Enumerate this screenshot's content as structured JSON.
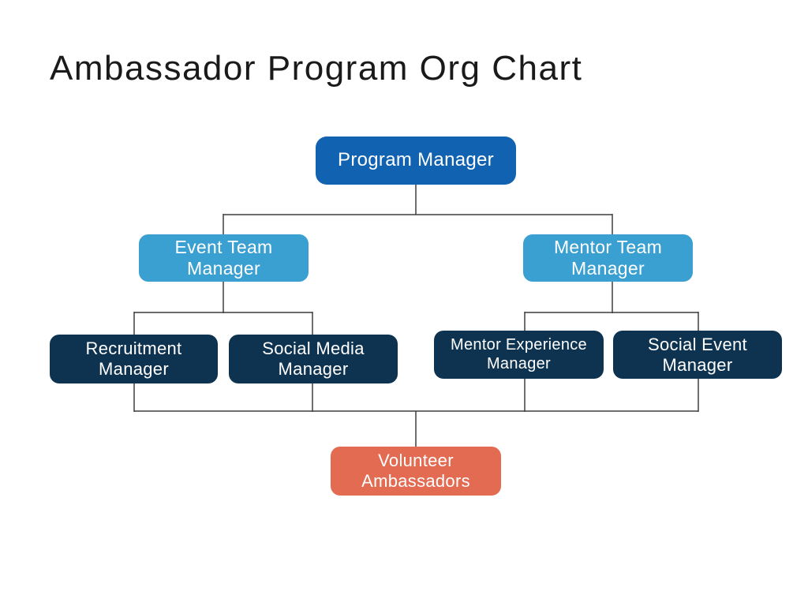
{
  "title": "Ambassador Program Org Chart",
  "colors": {
    "primary_blue": "#1262b2",
    "light_blue": "#3a9fd1",
    "navy": "#0e3350",
    "coral": "#e26b52",
    "connector_line": "#3d3d3d",
    "node_text": "#ffffff",
    "title_text": "#1a1a1a",
    "background": "#ffffff"
  },
  "nodes": {
    "program_manager": {
      "label": "Program Manager"
    },
    "event_team_manager": {
      "line1": "Event Team",
      "line2": "Manager"
    },
    "mentor_team_manager": {
      "line1": "Mentor Team",
      "line2": "Manager"
    },
    "recruitment_manager": {
      "line1": "Recruitment",
      "line2": "Manager"
    },
    "social_media_manager": {
      "line1": "Social Media",
      "line2": "Manager"
    },
    "mentor_experience_manager": {
      "line1": "Mentor Experience",
      "line2": "Manager"
    },
    "social_event_manager": {
      "line1": "Social Event",
      "line2": "Manager"
    },
    "volunteer_ambassadors": {
      "line1": "Volunteer",
      "line2": "Ambassadors"
    }
  },
  "edges": [
    {
      "from": "program_manager",
      "to": "event_team_manager"
    },
    {
      "from": "program_manager",
      "to": "mentor_team_manager"
    },
    {
      "from": "event_team_manager",
      "to": "recruitment_manager"
    },
    {
      "from": "event_team_manager",
      "to": "social_media_manager"
    },
    {
      "from": "mentor_team_manager",
      "to": "mentor_experience_manager"
    },
    {
      "from": "mentor_team_manager",
      "to": "social_event_manager"
    },
    {
      "from": "recruitment_manager",
      "to": "volunteer_ambassadors"
    },
    {
      "from": "social_media_manager",
      "to": "volunteer_ambassadors"
    },
    {
      "from": "mentor_experience_manager",
      "to": "volunteer_ambassadors"
    },
    {
      "from": "social_event_manager",
      "to": "volunteer_ambassadors"
    }
  ]
}
